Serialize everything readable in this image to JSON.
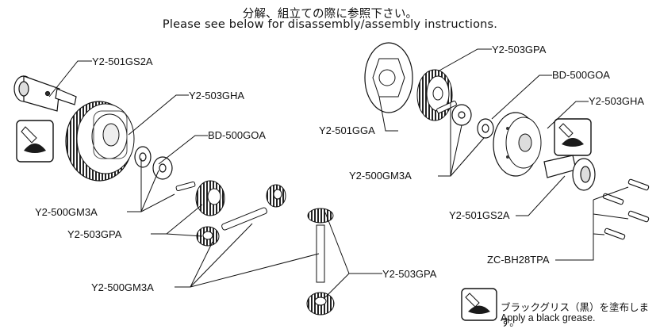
{
  "header": {
    "title_jp": "分解、組立ての際に参照下さい。",
    "title_en": "Please see below for disassembly/assembly instructions."
  },
  "parts": {
    "left_outdrive": "Y2-501GS2A",
    "left_gear": "Y2-503GHA",
    "left_bearing": "BD-500GOA",
    "left_pin": "Y2-500GM3A",
    "left_spider": "Y2-503GPA",
    "left_shaft": "Y2-500GM3A",
    "left_bevel": "Y2-503GPA",
    "right_plate": "Y2-503GPA",
    "right_bearing": "BD-500GOA",
    "right_case": "Y2-503GHA",
    "right_gasket": "Y2-501GGA",
    "right_pin": "Y2-500GM3A",
    "right_outdrive": "Y2-501GS2A",
    "right_screws": "ZC-BH28TPA"
  },
  "legend": {
    "grease_jp": "ブラックグリス（黒）を塗布します。",
    "grease_en": "Apply a black grease."
  },
  "colors": {
    "ink": "#111111",
    "fill": "#ffffff",
    "grease": "#1a1a1a"
  },
  "icons": [
    "grease-tube-icon"
  ]
}
